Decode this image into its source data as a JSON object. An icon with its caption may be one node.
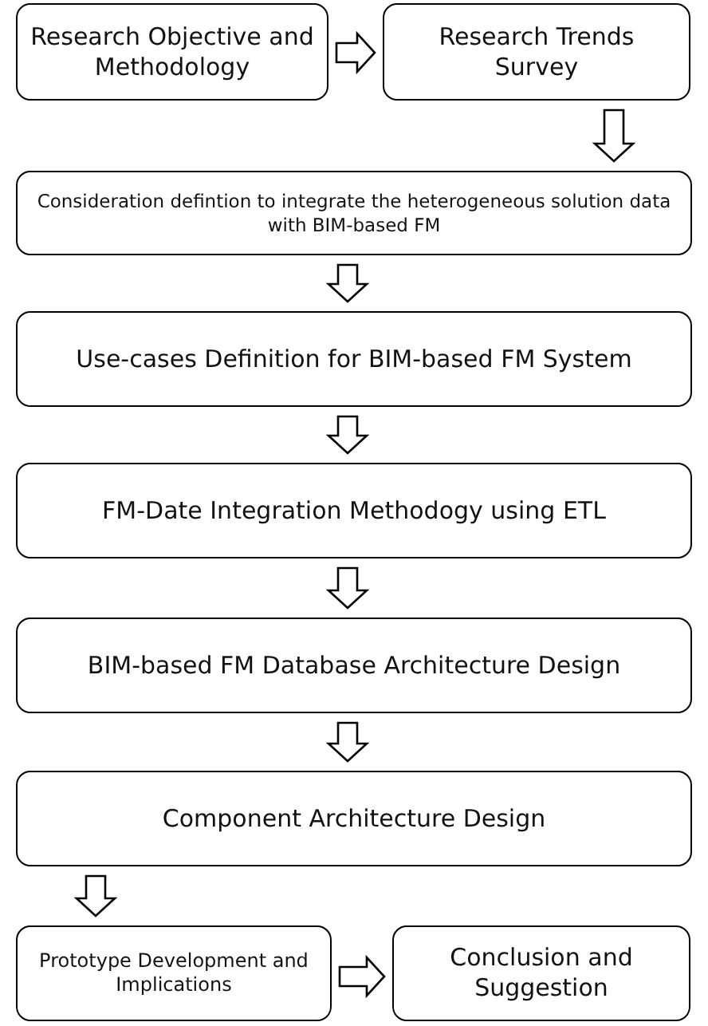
{
  "diagram": {
    "nodes": [
      {
        "text": [
          "Research Objective and Methodology"
        ]
      },
      {
        "text": [
          "Research Trends Survey"
        ]
      },
      {
        "text": [
          "Consideration defintion to integrate the heterogeneous solution data with BIM-based FM"
        ]
      },
      {
        "text": [
          "Use-cases Definition for BIM-based FM System"
        ]
      },
      {
        "text": [
          "FM-Date Integration Methodogy using ETL"
        ]
      },
      {
        "text": [
          "BIM-based FM Database Architecture Design"
        ]
      },
      {
        "text": [
          "Component Architecture Design"
        ]
      },
      {
        "text": [
          "Prototype Development and Implications"
        ]
      },
      {
        "text": [
          "Conclusion and Suggestion"
        ]
      }
    ],
    "edges": [
      {
        "from": 0,
        "to": 1,
        "arrow": "to"
      },
      {
        "from": 1,
        "to": 2,
        "arrow": "to"
      },
      {
        "from": 2,
        "to": 3,
        "arrow": "to"
      },
      {
        "from": 3,
        "to": 4,
        "arrow": "to"
      },
      {
        "from": 4,
        "to": 5,
        "arrow": "to"
      },
      {
        "from": 5,
        "to": 6,
        "arrow": "to"
      },
      {
        "from": 6,
        "to": 7,
        "arrow": "to"
      },
      {
        "from": 7,
        "to": 8,
        "arrow": "to"
      }
    ]
  }
}
